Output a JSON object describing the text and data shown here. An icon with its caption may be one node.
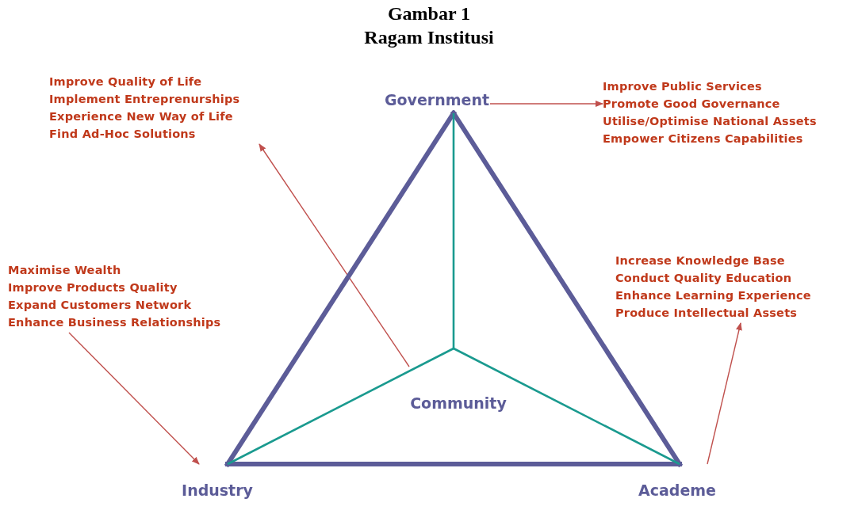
{
  "diagram": {
    "title": "Gambar 1",
    "caption": "Ragam Institusi",
    "nodes": [
      {
        "text": [
          "Improve Quality of Life",
          "Implement Entreprenurships",
          "Experience New Way of Life",
          "Find Ad-Hoc Solutions"
        ]
      },
      {
        "text": [
          "Government"
        ]
      },
      {
        "text": [
          "Improve Public Services",
          "Promote Good Governance",
          "Utilise/Optimise National Assets",
          "Empower Citizens Capabilities"
        ]
      },
      {
        "text": [
          "Maximise Wealth",
          "Improve Products Quality",
          "Expand Customers Network",
          "Enhance Business Relationships"
        ]
      },
      {
        "text": [
          "Increase Knowledge Base",
          "Conduct Quality Education",
          "Enhance Learning Experience",
          "Produce Intellectual Assets"
        ]
      },
      {
        "text": [
          "Community"
        ]
      },
      {
        "text": [
          "Industry"
        ]
      },
      {
        "text": [
          "Academe"
        ]
      }
    ],
    "edges": [
      {
        "from": 1,
        "to": 2,
        "arrow": "to",
        "color": "#c0504d"
      },
      {
        "from": 5,
        "to": 0,
        "arrow": "to",
        "color": "#c0504d"
      },
      {
        "from": 3,
        "to": 6,
        "arrow": "to",
        "color": "#c0504d"
      },
      {
        "from": 7,
        "to": 4,
        "arrow": "to",
        "color": "#c0504d"
      },
      {
        "from": 1,
        "to": 6,
        "arrow": "none",
        "style": "thick",
        "color": "#5c5c98"
      },
      {
        "from": 1,
        "to": 7,
        "arrow": "none",
        "style": "thick",
        "color": "#5c5c98"
      },
      {
        "from": 6,
        "to": 7,
        "arrow": "none",
        "style": "thick",
        "color": "#5c5c98"
      },
      {
        "from": 5,
        "to": 1,
        "arrow": "none",
        "color": "#1a9a8f"
      },
      {
        "from": 5,
        "to": 6,
        "arrow": "none",
        "color": "#1a9a8f"
      },
      {
        "from": 5,
        "to": 7,
        "arrow": "none",
        "color": "#1a9a8f"
      }
    ]
  }
}
